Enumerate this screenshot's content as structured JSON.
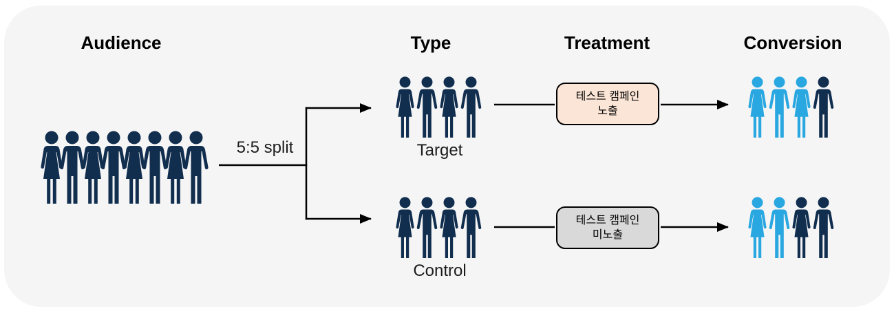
{
  "columns": {
    "audience": "Audience",
    "type": "Type",
    "treatment": "Treatment",
    "conversion": "Conversion"
  },
  "split": {
    "label": "5:5 split"
  },
  "type_labels": {
    "target": "Target",
    "control": "Control"
  },
  "treatment_boxes": {
    "exposed": {
      "line1": "테스트 캠페인",
      "line2": "노출",
      "background": "#fbe5d6",
      "border": "#000000"
    },
    "unexposed": {
      "line1": "테스트 캠페인",
      "line2": "미노출",
      "background": "#d9d9d9",
      "border": "#000000"
    }
  },
  "colors": {
    "person_navy": "#112e4f",
    "person_blue": "#29a7e0",
    "line": "#000000",
    "card_background": "#f5f5f6",
    "page_background": "#ffffff",
    "header_text": "#000000",
    "label_text": "#1c1c1c"
  },
  "groups": {
    "audience": {
      "description": "full audience, 8 people",
      "members": [
        {
          "sex": "F",
          "color": "person_navy"
        },
        {
          "sex": "M",
          "color": "person_navy"
        },
        {
          "sex": "F",
          "color": "person_navy"
        },
        {
          "sex": "M",
          "color": "person_navy"
        },
        {
          "sex": "F",
          "color": "person_navy"
        },
        {
          "sex": "M",
          "color": "person_navy"
        },
        {
          "sex": "F",
          "color": "person_navy"
        },
        {
          "sex": "M",
          "color": "person_navy"
        }
      ]
    },
    "target": {
      "description": "target group, 4 people",
      "members": [
        {
          "sex": "F",
          "color": "person_navy"
        },
        {
          "sex": "M",
          "color": "person_navy"
        },
        {
          "sex": "F",
          "color": "person_navy"
        },
        {
          "sex": "M",
          "color": "person_navy"
        }
      ]
    },
    "control": {
      "description": "control group, 4 people",
      "members": [
        {
          "sex": "F",
          "color": "person_navy"
        },
        {
          "sex": "M",
          "color": "person_navy"
        },
        {
          "sex": "F",
          "color": "person_navy"
        },
        {
          "sex": "M",
          "color": "person_navy"
        }
      ]
    },
    "conversion_target": {
      "description": "converted 3 of 4 in target",
      "members": [
        {
          "sex": "F",
          "color": "person_blue"
        },
        {
          "sex": "M",
          "color": "person_blue"
        },
        {
          "sex": "F",
          "color": "person_blue"
        },
        {
          "sex": "M",
          "color": "person_navy"
        }
      ]
    },
    "conversion_control": {
      "description": "converted 2 of 4 in control",
      "members": [
        {
          "sex": "F",
          "color": "person_blue"
        },
        {
          "sex": "M",
          "color": "person_blue"
        },
        {
          "sex": "F",
          "color": "person_navy"
        },
        {
          "sex": "M",
          "color": "person_navy"
        }
      ]
    }
  }
}
